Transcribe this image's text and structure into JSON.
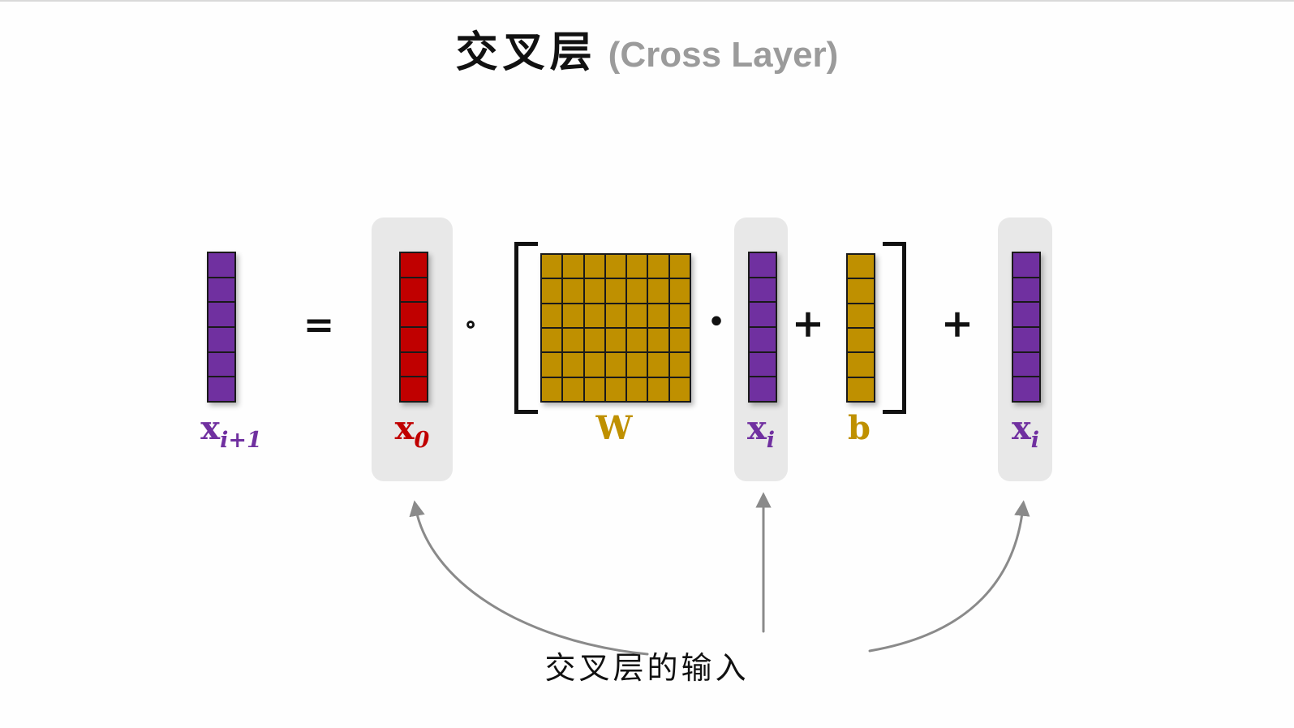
{
  "title": {
    "cn": "交叉层",
    "en": "(Cross Layer)"
  },
  "equation": {
    "equals": "=",
    "hadamard": "∘",
    "dot": "·",
    "plus_bias": "+",
    "plus_residual": "+"
  },
  "labels": {
    "x_next": {
      "base": "x",
      "sub": "i+1"
    },
    "x0": {
      "base": "x",
      "sub": "0"
    },
    "W": "W",
    "xi_mid": {
      "base": "x",
      "sub": "i"
    },
    "b": "b",
    "xi_right": {
      "base": "x",
      "sub": "i"
    }
  },
  "annotation": {
    "text": "交叉层的输入"
  },
  "grids": {
    "vector": {
      "rows": 6,
      "cols": 1
    },
    "matrix_w": {
      "rows": 6,
      "cols": 7
    }
  },
  "colors": {
    "purple": "#7030a0",
    "red": "#c00000",
    "gold": "#bf9000",
    "box_gray": "#e8e8e8",
    "arrow_gray": "#8a8a8a",
    "title_gray": "#9b9b9b",
    "line_dark": "#1a1a1a"
  }
}
